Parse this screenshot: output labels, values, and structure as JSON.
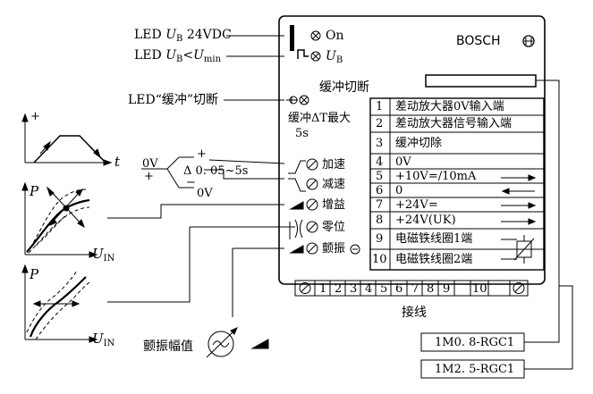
{
  "left_labels": {
    "led_ub_24vdc": {
      "prefix": "LED ",
      "u": "U",
      "sub": "B",
      "suffix": " 24VDC"
    },
    "led_ub_umin": {
      "prefix": "LED ",
      "u": "U",
      "sub": "B",
      "lt": "<",
      "u2": "U",
      "sub2": "min"
    },
    "led_buffer": "LED“缓冲”切断"
  },
  "panel": {
    "on_label": "On",
    "ub_label": {
      "u": "U",
      "sub": "B"
    },
    "brand": "BOSCH",
    "buffer_cut": "缓冲切断",
    "buffer_dt_max": "缓冲ΔT最大",
    "buffer_dt_val": "5s",
    "knobs": [
      "加速",
      "减速",
      "增益",
      "零位",
      "颤振"
    ],
    "terminal_table": [
      {
        "num": "1",
        "desc": "差动放大器0V输入端"
      },
      {
        "num": "2",
        "desc": "差动放大器信号输入端"
      },
      {
        "num": "3",
        "desc": "缓冲切除"
      },
      {
        "num": "4",
        "desc": "0V"
      },
      {
        "num": "5",
        "desc": "+10V=/10mA"
      },
      {
        "num": "6",
        "desc": "0"
      },
      {
        "num": "7",
        "desc": "+24V="
      },
      {
        "num": "8",
        "desc": "+24V(UK)"
      },
      {
        "num": "9",
        "desc": "电磁铁线圈1端"
      },
      {
        "num": "10",
        "desc": "电磁铁线圈2端"
      }
    ],
    "terminal_strip": [
      "1",
      "2",
      "3",
      "4",
      "5",
      "6",
      "7",
      "8",
      "9",
      "10"
    ],
    "terminal_strip_label": "接线"
  },
  "graphs": {
    "ramp_plus": "+",
    "ramp_t": "t",
    "switch_0v_top": "0V",
    "switch_plus_top": "+",
    "switch_plus_bottom": "+",
    "switch_range": "Δ 0. 05~5s",
    "switch_minus": "−",
    "switch_0v_bottom": "0V",
    "graph_p1": "P",
    "graph_uin1": {
      "u": "U",
      "sub": "IN"
    },
    "graph_p2": "P",
    "graph_uin2": {
      "u": "U",
      "sub": "IN"
    }
  },
  "dither_label": "颤振幅值",
  "models": [
    "1M0. 8-RGC1",
    "1M2. 5-RGC1"
  ]
}
